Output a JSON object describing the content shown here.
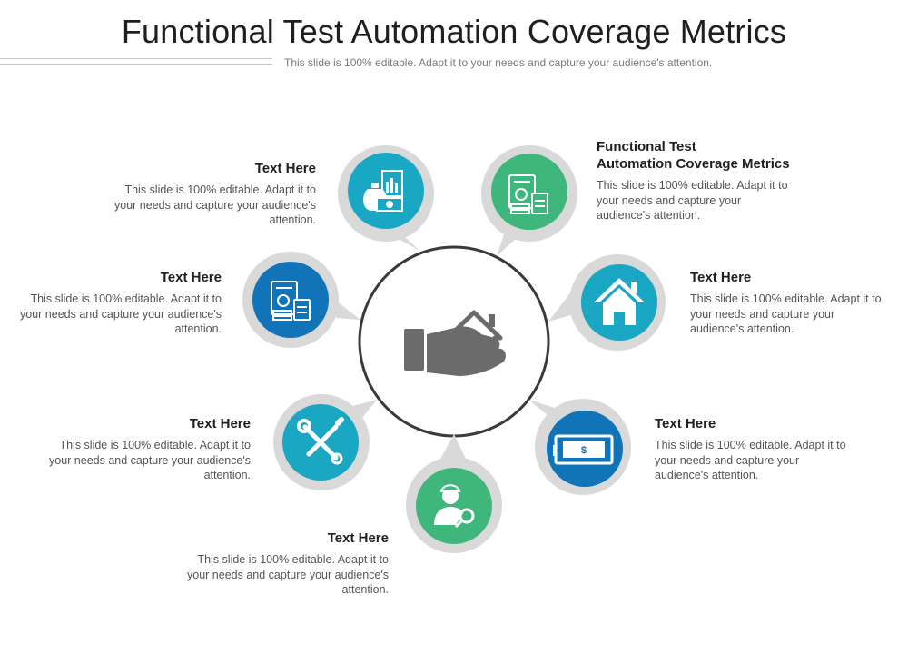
{
  "slide": {
    "title": "Functional Test Automation Coverage Metrics",
    "subtitle": "This slide is 100% editable. Adapt it to your needs and capture your audience's attention."
  },
  "colors": {
    "teal": "#1aa7c3",
    "green": "#3fb77c",
    "blue": "#1274b8",
    "bubble_gray": "#d9d9d9",
    "center_ring": "#3a3a3a",
    "center_icon": "#6b6b6b"
  },
  "center": {
    "icon": "hand-house-icon"
  },
  "items": [
    {
      "heading": "Text Here",
      "text": "This slide is 100% editable. Adapt it to your needs and capture your audience's attention.",
      "icon": "money-bag-chart-icon",
      "color": "#1aa7c3"
    },
    {
      "heading": "Functional Test Automation Coverage Metrics",
      "heading_line1": "Functional Test",
      "heading_line2": "Automation Coverage Metrics",
      "text": "This slide is 100% editable. Adapt it to your needs and capture your audience's attention.",
      "icon": "finance-calculator-icon",
      "color": "#3fb77c"
    },
    {
      "heading": "Text Here",
      "text": "This slide is 100% editable. Adapt it to your needs and capture your audience's attention.",
      "icon": "house-icon",
      "color": "#1aa7c3"
    },
    {
      "heading": "Text Here",
      "text": "This slide is 100% editable. Adapt it to your needs and capture your audience's attention.",
      "icon": "banknote-icon",
      "color": "#1274b8"
    },
    {
      "heading": "Text Here",
      "text": "This slide is 100% editable. Adapt it to your needs and capture your audience's attention.",
      "icon": "user-search-icon",
      "color": "#3fb77c"
    },
    {
      "heading": "Text Here",
      "text": "This slide is 100% editable. Adapt it to your needs and capture your audience's attention.",
      "icon": "wrench-screwdriver-icon",
      "color": "#1aa7c3"
    },
    {
      "heading": "Text Here",
      "text": "This slide is 100% editable. Adapt it to your needs and capture your audience's attention.",
      "icon": "finance-calculator-icon",
      "color": "#1274b8"
    }
  ]
}
